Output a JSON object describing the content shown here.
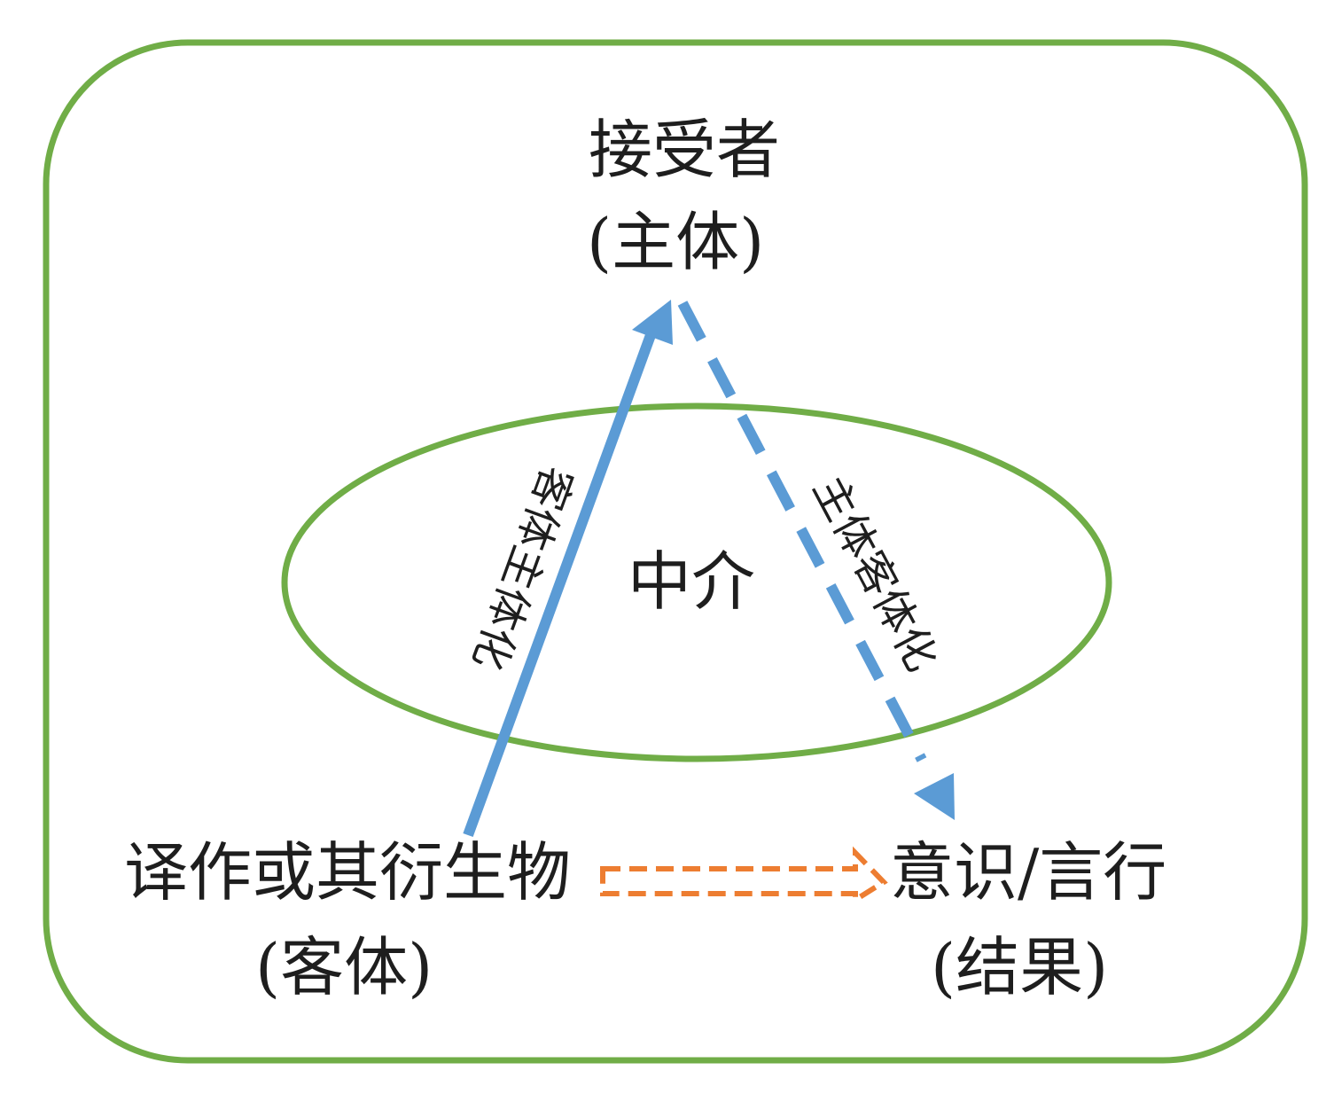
{
  "colors": {
    "frame_green": "#70ad47",
    "arrow_blue": "#5b9bd5",
    "arrow_orange": "#ed7d31",
    "text": "#1e1e1e"
  },
  "nodes": {
    "receiver": {
      "title": "接受者",
      "role": "(主体)"
    },
    "mediation": {
      "title": "中介"
    },
    "object": {
      "title": "译作或其衍生物",
      "role": "(客体)"
    },
    "result": {
      "title": "意识/言行",
      "role": "(结果)"
    }
  },
  "edges": {
    "object_to_receiver": {
      "label": "客体主体化",
      "style": "solid"
    },
    "receiver_to_result": {
      "label": "主体客体化",
      "style": "dashed"
    },
    "object_to_result": {
      "style": "dashed-outline"
    }
  }
}
